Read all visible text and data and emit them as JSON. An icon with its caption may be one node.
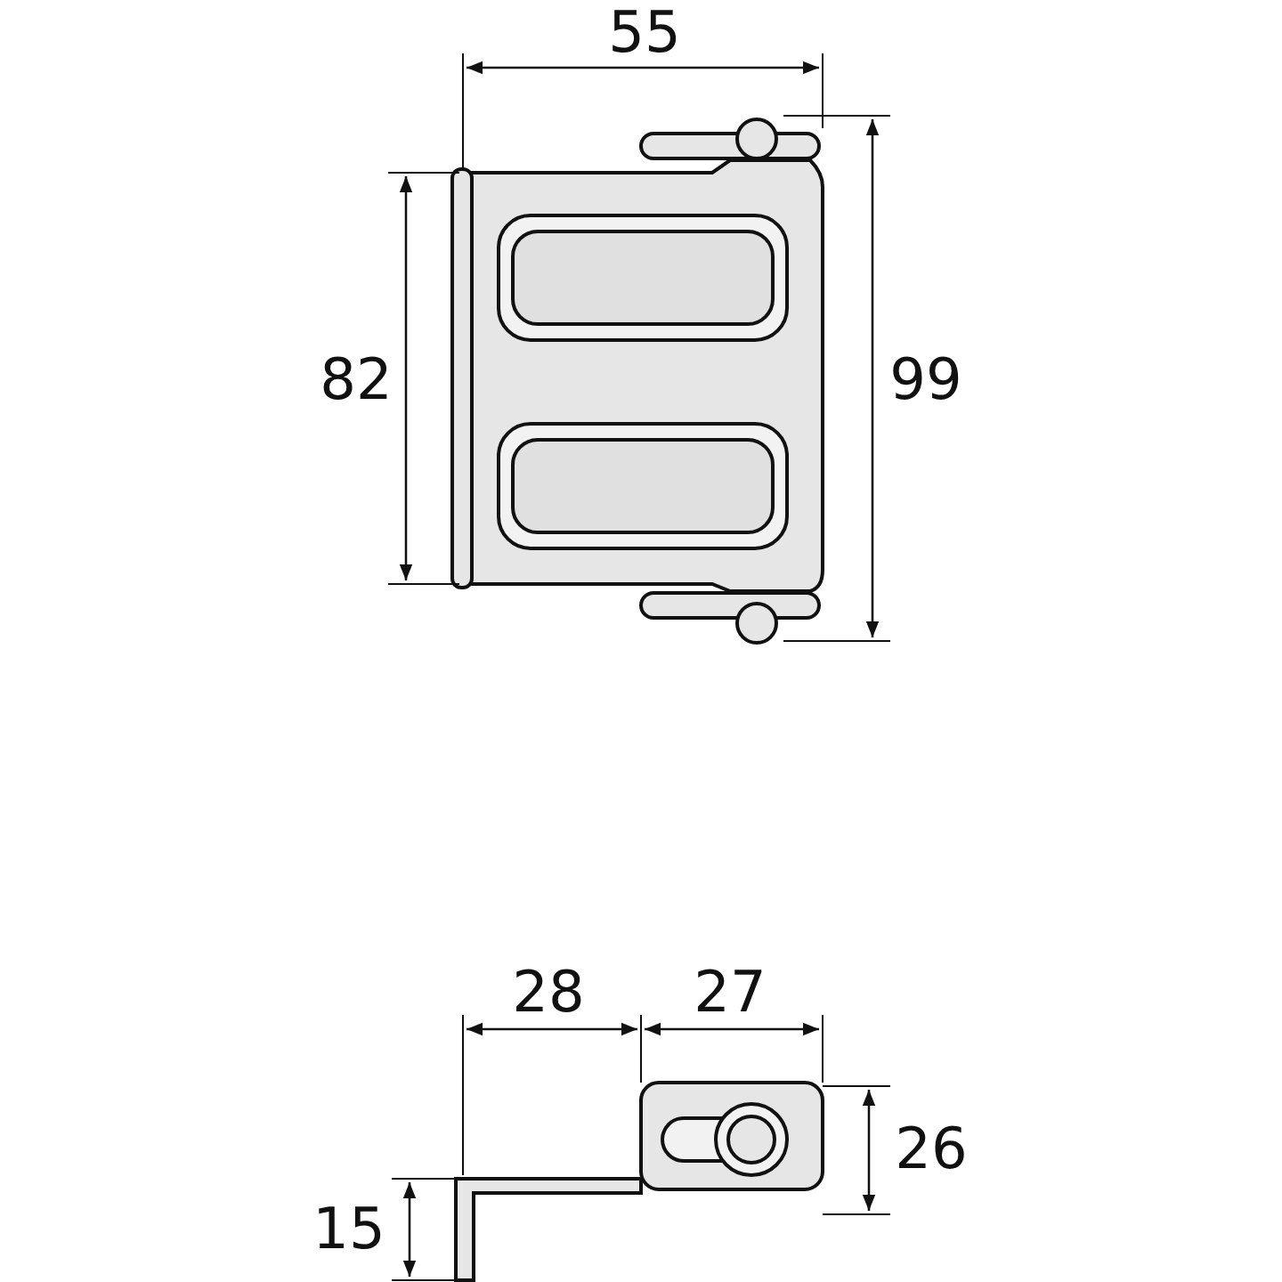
{
  "diagram": {
    "labels": [
      "55",
      "82",
      "99",
      "28",
      "27",
      "26",
      "15"
    ]
  }
}
